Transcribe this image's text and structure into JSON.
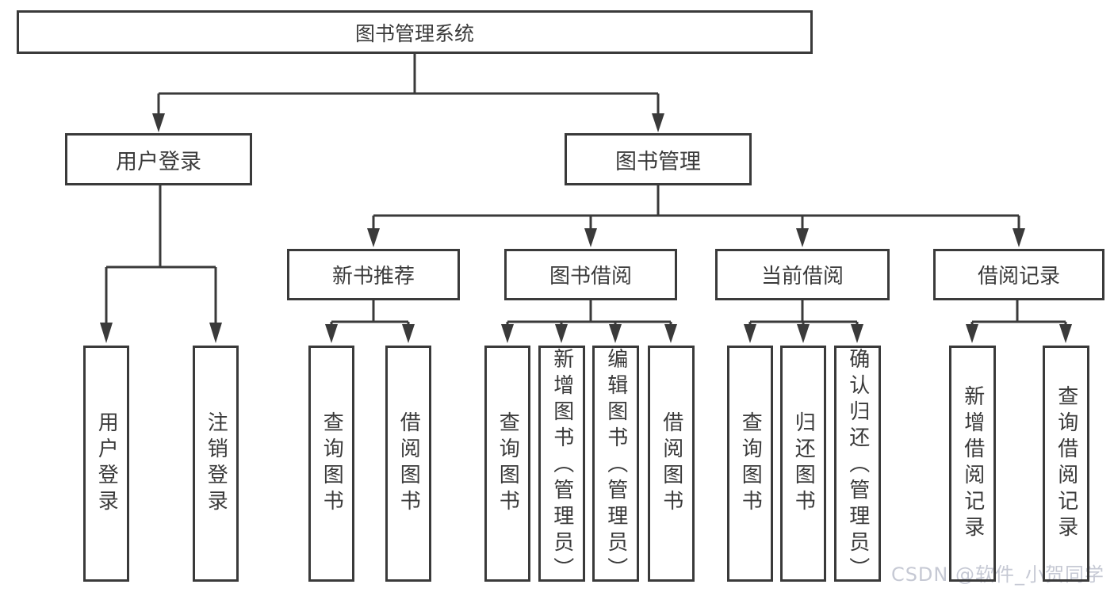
{
  "diagram_type": "functional-structure-tree",
  "style": {
    "background": "#ffffff",
    "line_color": "#3a3a3a",
    "text_color": "#3a3a3a",
    "watermark_color": "#c6c9d4"
  },
  "tree": {
    "root": {
      "label": "图书管理系统",
      "children": [
        {
          "label": "用户登录",
          "children": [
            {
              "label": "用户登录"
            },
            {
              "label": "注销登录"
            }
          ]
        },
        {
          "label": "图书管理",
          "children": [
            {
              "label": "新书推荐",
              "children": [
                {
                  "label": "查询图书"
                },
                {
                  "label": "借阅图书"
                }
              ]
            },
            {
              "label": "图书借阅",
              "children": [
                {
                  "label": "查询图书"
                },
                {
                  "label": "新增图书（管理员）"
                },
                {
                  "label": "编辑图书（管理员）"
                },
                {
                  "label": "借阅图书"
                }
              ]
            },
            {
              "label": "当前借阅",
              "children": [
                {
                  "label": "查询图书"
                },
                {
                  "label": "归还图书"
                },
                {
                  "label": "确认归还（管理员）"
                }
              ]
            },
            {
              "label": "借阅记录",
              "children": [
                {
                  "label": "新增借阅记录"
                },
                {
                  "label": "查询借阅记录"
                }
              ]
            }
          ]
        }
      ]
    }
  },
  "watermark": {
    "text": "CSDN @软件_小贺同学"
  }
}
